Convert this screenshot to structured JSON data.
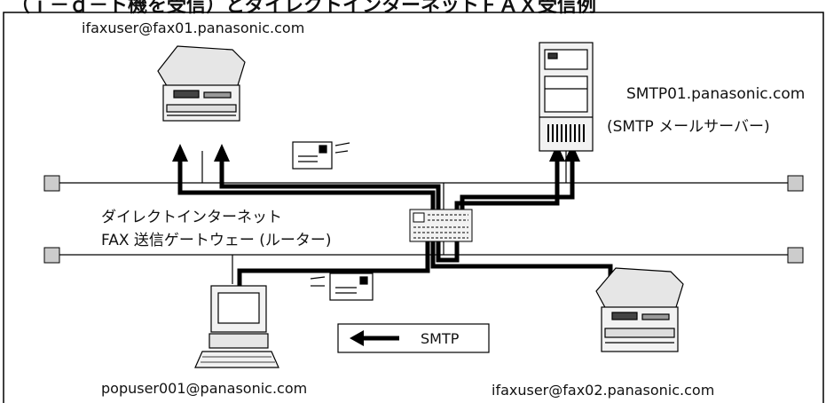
{
  "header": {
    "title": "（ｉ－ｄ－ト機を受信）とダイレクトインターネットＦＡＸ受信例"
  },
  "devices": {
    "fax01_address": "ifaxuser@fax01.panasonic.com",
    "smtp_server_name": "SMTP01.panasonic.com",
    "smtp_server_role": "(SMTP メールサーバー)",
    "router_line1": "ダイレクトインターネット",
    "router_line2": "FAX 送信ゲートウェー (ルーター)",
    "pc_address": "popuser001@panasonic.com",
    "fax02_address": "ifaxuser@fax02.panasonic.com"
  },
  "legend": {
    "smtp_label": "SMTP"
  },
  "colors": {
    "line": "#000000",
    "node_fill": "#cccccc",
    "device_fill": "#e6e6e6"
  }
}
